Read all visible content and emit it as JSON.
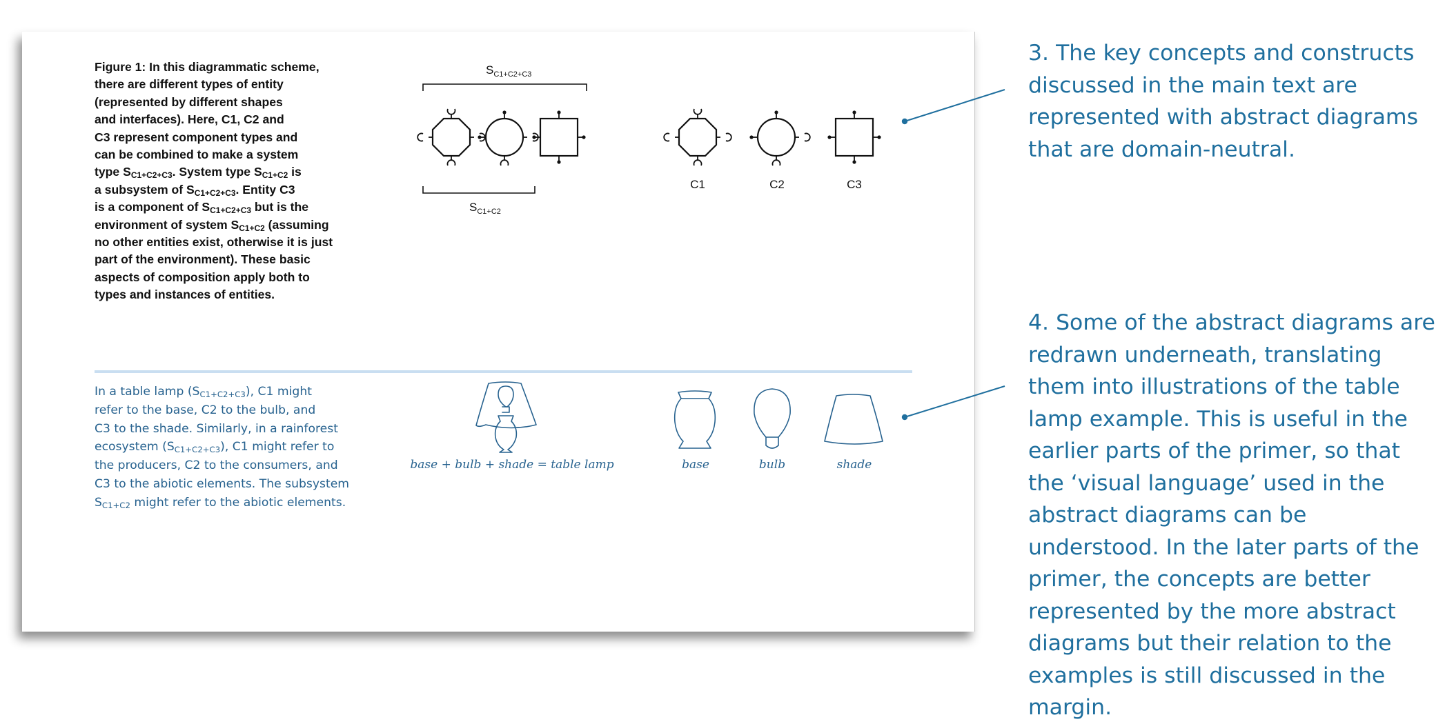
{
  "caption": {
    "l1": "Figure 1: In this diagrammatic scheme,",
    "l2": "there are different types of entity",
    "l3": "(represented by different shapes",
    "l4": "and interfaces). Here, C1, C2 and",
    "l5": "C3 represent component types and",
    "l6": "can be combined to make a system",
    "l7a": "type S",
    "l7sub": "C1+C2+C3",
    "l7b": ". System type S",
    "l7sub2": "C1+C2",
    "l7c": " is",
    "l8a": "a subsystem of S",
    "l8sub": "C1+C2+C3",
    "l8b": ". Entity C3",
    "l9a": "is a component of S",
    "l9sub": "C1+C2+C3",
    "l9b": " but is the",
    "l10a": "environment of system S",
    "l10sub": "C1+C2",
    "l10b": " (assuming",
    "l11": "no other entities exist, otherwise it is just",
    "l12": "part of the environment). These basic",
    "l13": "aspects of composition apply both to",
    "l14": "types and instances of entities."
  },
  "diagram": {
    "top_bracket_main": "S",
    "top_bracket_sub": "C1+C2+C3",
    "bottom_bracket_main": "S",
    "bottom_bracket_sub": "C1+C2",
    "comp_c1": "C1",
    "comp_c2": "C2",
    "comp_c3": "C3"
  },
  "lamp_text": {
    "l1a": "In a table lamp (S",
    "l1sub": "C1+C2+C3",
    "l1b": "), C1 might",
    "l2": "refer to the base, C2 to the bulb, and",
    "l3": "C3 to the shade. Similarly, in a rainforest",
    "l4a": "ecosystem (S",
    "l4sub": "C1+C2+C3",
    "l4b": "), C1 might refer to",
    "l5": "the producers, C2 to the consumers, and",
    "l6": "C3 to the abiotic elements. The subsystem",
    "l7a": "S",
    "l7sub": "C1+C2",
    "l7b": " might refer to the abiotic elements."
  },
  "lamp_labels": {
    "equation": "base + bulb + shade = table lamp",
    "base": "base",
    "bulb": "bulb",
    "shade": "shade"
  },
  "notes": {
    "note3": "3. The key concepts and constructs discussed in the main text are represented with abstract diagrams that are domain-neutral.",
    "note4": "4. Some of the abstract diagrams are redrawn underneath, translating them into illustrations of the table lamp example. This is useful in the earlier parts of the primer, so that the ‘visual language’ used in the abstract diagrams can be understood. In the later parts of the primer, the concepts are better represented by the more abstract diagrams but their relation to the examples is still discussed in the margin."
  },
  "colors": {
    "annotation_blue": "#1f6f9e",
    "lamp_blue": "#27628f",
    "divider": "#c9def1"
  }
}
